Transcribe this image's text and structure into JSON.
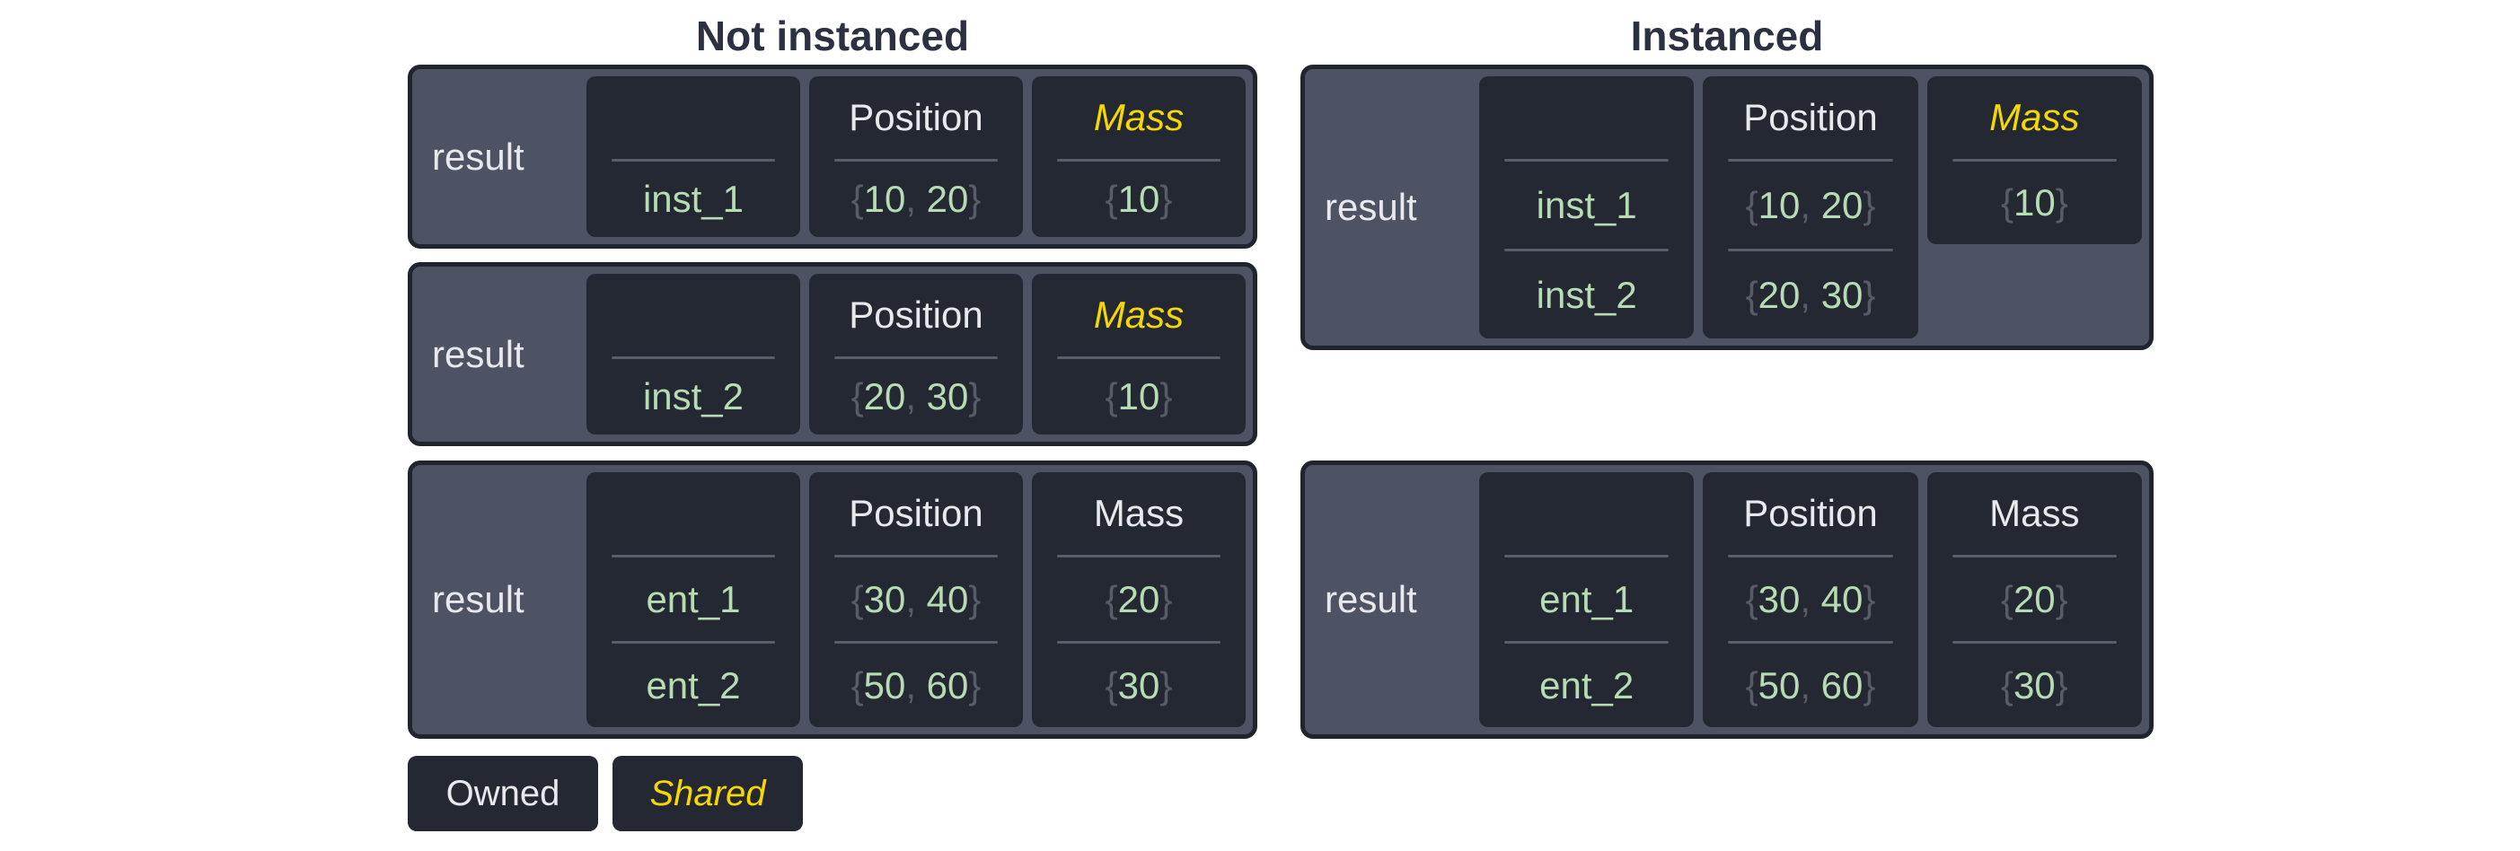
{
  "titles": {
    "left": "Not instanced",
    "right": "Instanced"
  },
  "punct": {
    "open": "{",
    "close": "}",
    "comma": ", "
  },
  "labels": {
    "result": "result",
    "position": "Position",
    "mass": "Mass"
  },
  "legend": {
    "owned": "Owned",
    "shared": "Shared"
  },
  "colors": {
    "page_bg": "#ffffff",
    "title_text": "#2b3140",
    "box_bg": "#4e5364",
    "box_border": "#20242d",
    "cell_bg": "#242832",
    "owned_text": "#e7e9ed",
    "shared_text": "#f5d702",
    "value_green": "#b7dbb2",
    "punct_gray": "#575c68",
    "separator": "#595e6a"
  },
  "boxes": {
    "ni1": {
      "result": "result",
      "names": [
        "inst_1"
      ],
      "pos_header": "Position",
      "pos_rows": [
        [
          "10",
          "20"
        ]
      ],
      "mass_header": "Mass",
      "mass_shared": true,
      "mass_rows": [
        "10"
      ]
    },
    "ni2": {
      "result": "result",
      "names": [
        "inst_2"
      ],
      "pos_header": "Position",
      "pos_rows": [
        [
          "20",
          "30"
        ]
      ],
      "mass_header": "Mass",
      "mass_shared": true,
      "mass_rows": [
        "10"
      ]
    },
    "ni3": {
      "result": "result",
      "names": [
        "ent_1",
        "ent_2"
      ],
      "pos_header": "Position",
      "pos_rows": [
        [
          "30",
          "40"
        ],
        [
          "50",
          "60"
        ]
      ],
      "mass_header": "Mass",
      "mass_shared": false,
      "mass_rows": [
        "20",
        "30"
      ]
    },
    "i1": {
      "result": "result",
      "names": [
        "inst_1",
        "inst_2"
      ],
      "pos_header": "Position",
      "pos_rows": [
        [
          "10",
          "20"
        ],
        [
          "20",
          "30"
        ]
      ],
      "mass_header": "Mass",
      "mass_shared": true,
      "mass_rows": [
        "10"
      ]
    },
    "i2": {
      "result": "result",
      "names": [
        "ent_1",
        "ent_2"
      ],
      "pos_header": "Position",
      "pos_rows": [
        [
          "30",
          "40"
        ],
        [
          "50",
          "60"
        ]
      ],
      "mass_header": "Mass",
      "mass_shared": false,
      "mass_rows": [
        "20",
        "30"
      ]
    }
  }
}
